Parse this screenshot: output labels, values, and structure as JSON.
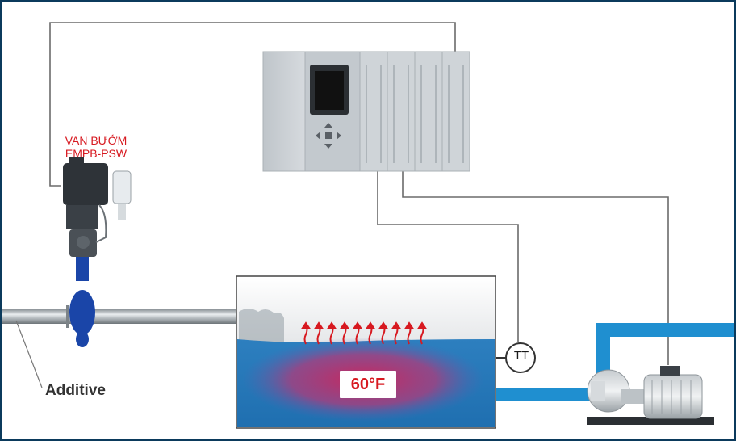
{
  "valve_label": {
    "line1": "VAN BƯỚM",
    "line2": "EMPB-PSW"
  },
  "additive_label": "Additive",
  "tank": {
    "temperature_label": "60°F"
  },
  "transmitter": {
    "tag": "TT"
  },
  "colors": {
    "frame": "#0b3a5c",
    "pipe_blue": "#1f8fd0",
    "water_blue": "#2f7fc0",
    "heat_red": "#d71920",
    "signal_wire": "#6b6b6b",
    "plc_grey": "#c9ced3",
    "valve_body_blue": "#1a45a8"
  },
  "icons": [
    "plc-cpu-icon",
    "butterfly-valve-icon",
    "heat-arrows-icon",
    "centrifugal-pump-icon",
    "temperature-transmitter-icon"
  ]
}
